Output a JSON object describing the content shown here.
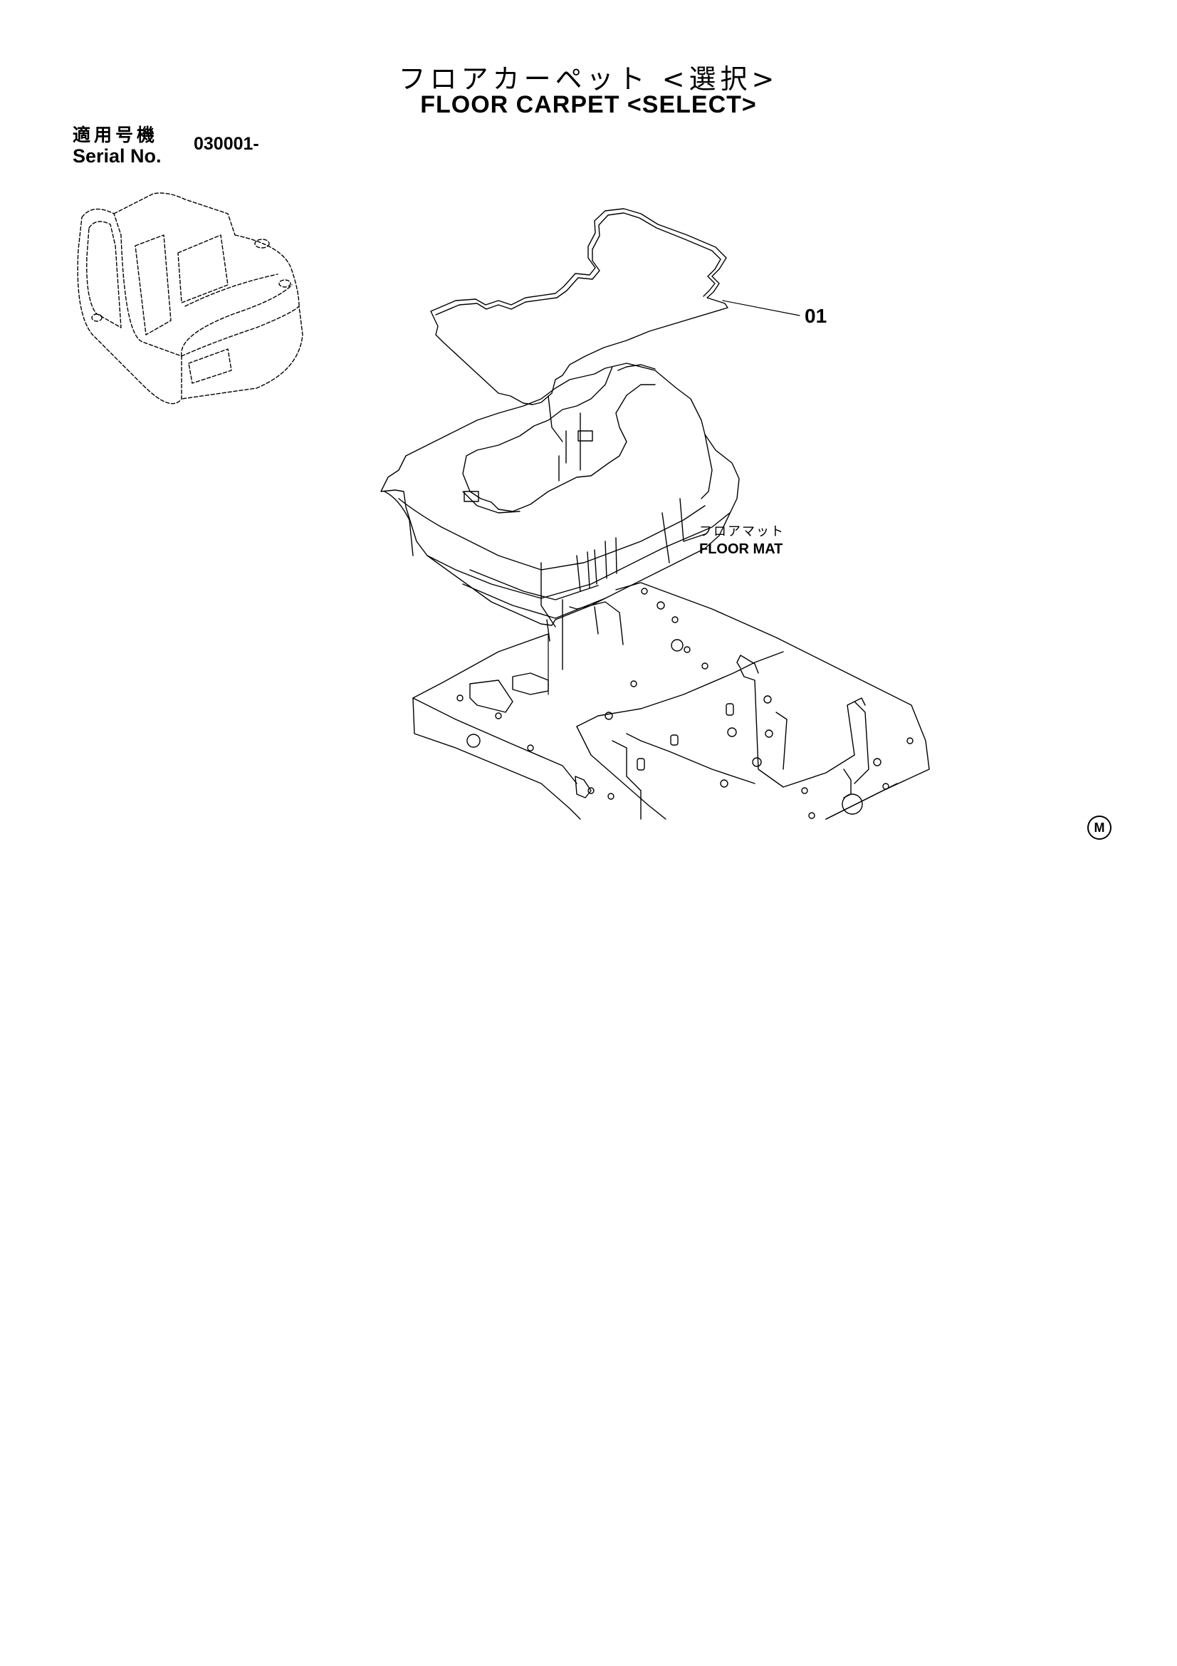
{
  "header": {
    "title_jp": "フロアカーペット <選択>",
    "title_en": "FLOOR CARPET <SELECT>"
  },
  "serial": {
    "label_jp": "適用号機",
    "label_en": "Serial No.",
    "value": "030001-"
  },
  "diagram": {
    "callout_part": "01",
    "mat_label_jp": "フロアマット",
    "mat_label_en": "FLOOR MAT",
    "corner_mark": "M"
  }
}
